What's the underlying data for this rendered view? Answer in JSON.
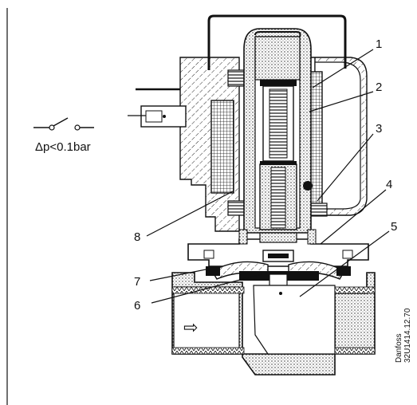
{
  "symbol": {
    "caption": "Δp<0.1bar"
  },
  "callouts": {
    "c1": "1",
    "c2": "2",
    "c3": "3",
    "c4": "4",
    "c5": "5",
    "c6": "6",
    "c7": "7",
    "c8": "8"
  },
  "credit": {
    "line1": "Danfoss",
    "line2": "32U1414.12.70"
  },
  "flow_arrow": {
    "glyph": "⇨"
  }
}
